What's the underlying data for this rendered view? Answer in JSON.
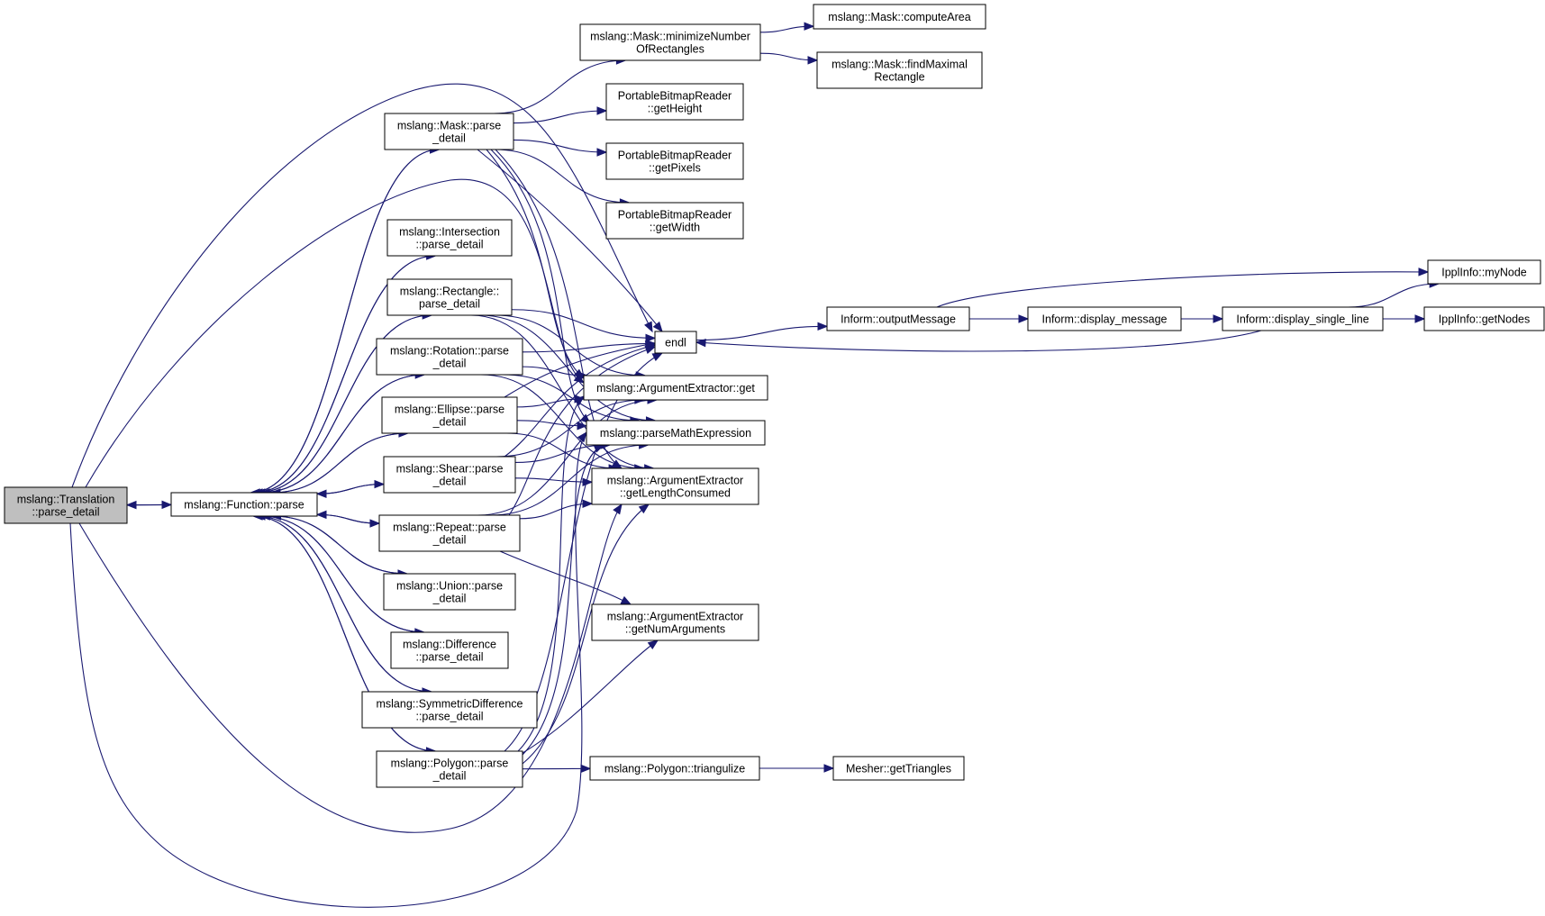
{
  "colors": {
    "edge": "#191970",
    "node_fill": "#ffffff",
    "root_fill": "#bfbfbf",
    "border": "#000000"
  },
  "nodes": [
    {
      "id": "translation",
      "lines": [
        "mslang::Translation",
        "::parse_detail"
      ],
      "root": true
    },
    {
      "id": "function_parse",
      "lines": [
        "mslang::Function::parse"
      ]
    },
    {
      "id": "mask_parse",
      "lines": [
        "mslang::Mask::parse",
        "_detail"
      ]
    },
    {
      "id": "intersection_parse",
      "lines": [
        "mslang::Intersection",
        "::parse_detail"
      ]
    },
    {
      "id": "rectangle_parse",
      "lines": [
        "mslang::Rectangle::",
        "parse_detail"
      ]
    },
    {
      "id": "rotation_parse",
      "lines": [
        "mslang::Rotation::parse",
        "_detail"
      ]
    },
    {
      "id": "ellipse_parse",
      "lines": [
        "mslang::Ellipse::parse",
        "_detail"
      ]
    },
    {
      "id": "shear_parse",
      "lines": [
        "mslang::Shear::parse",
        "_detail"
      ]
    },
    {
      "id": "repeat_parse",
      "lines": [
        "mslang::Repeat::parse",
        "_detail"
      ]
    },
    {
      "id": "union_parse",
      "lines": [
        "mslang::Union::parse",
        "_detail"
      ]
    },
    {
      "id": "difference_parse",
      "lines": [
        "mslang::Difference",
        "::parse_detail"
      ]
    },
    {
      "id": "symdiff_parse",
      "lines": [
        "mslang::SymmetricDifference",
        "::parse_detail"
      ]
    },
    {
      "id": "polygon_parse",
      "lines": [
        "mslang::Polygon::parse",
        "_detail"
      ]
    },
    {
      "id": "mask_minimize",
      "lines": [
        "mslang::Mask::minimizeNumber",
        "OfRectangles"
      ]
    },
    {
      "id": "pbr_getheight",
      "lines": [
        "PortableBitmapReader",
        "::getHeight"
      ]
    },
    {
      "id": "pbr_getpixels",
      "lines": [
        "PortableBitmapReader",
        "::getPixels"
      ]
    },
    {
      "id": "pbr_getwidth",
      "lines": [
        "PortableBitmapReader",
        "::getWidth"
      ]
    },
    {
      "id": "endl",
      "lines": [
        "endl"
      ]
    },
    {
      "id": "argext_get",
      "lines": [
        "mslang::ArgumentExtractor::get"
      ]
    },
    {
      "id": "parse_math",
      "lines": [
        "mslang::parseMathExpression"
      ]
    },
    {
      "id": "argext_length",
      "lines": [
        "mslang::ArgumentExtractor",
        "::getLengthConsumed"
      ]
    },
    {
      "id": "argext_numargs",
      "lines": [
        "mslang::ArgumentExtractor",
        "::getNumArguments"
      ]
    },
    {
      "id": "polygon_triangulize",
      "lines": [
        "mslang::Polygon::triangulize"
      ]
    },
    {
      "id": "mesher_gettriangles",
      "lines": [
        "Mesher::getTriangles"
      ]
    },
    {
      "id": "mask_computearea",
      "lines": [
        "mslang::Mask::computeArea"
      ]
    },
    {
      "id": "mask_findmaximal",
      "lines": [
        "mslang::Mask::findMaximal",
        "Rectangle"
      ]
    },
    {
      "id": "inform_outputmessage",
      "lines": [
        "Inform::outputMessage"
      ]
    },
    {
      "id": "inform_displaymessage",
      "lines": [
        "Inform::display_message"
      ]
    },
    {
      "id": "inform_displaysingleline",
      "lines": [
        "Inform::display_single_line"
      ]
    },
    {
      "id": "ipplinfo_mynode",
      "lines": [
        "IpplInfo::myNode"
      ]
    },
    {
      "id": "ipplinfo_getnodes",
      "lines": [
        "IpplInfo::getNodes"
      ]
    }
  ],
  "edges": [
    [
      "translation",
      "function_parse"
    ],
    [
      "translation",
      "endl"
    ],
    [
      "translation",
      "argext_get"
    ],
    [
      "translation",
      "parse_math"
    ],
    [
      "translation",
      "argext_length"
    ],
    [
      "function_parse",
      "translation"
    ],
    [
      "function_parse",
      "mask_parse"
    ],
    [
      "function_parse",
      "intersection_parse"
    ],
    [
      "function_parse",
      "rectangle_parse"
    ],
    [
      "function_parse",
      "rotation_parse"
    ],
    [
      "function_parse",
      "ellipse_parse"
    ],
    [
      "function_parse",
      "shear_parse"
    ],
    [
      "function_parse",
      "repeat_parse"
    ],
    [
      "function_parse",
      "union_parse"
    ],
    [
      "function_parse",
      "difference_parse"
    ],
    [
      "function_parse",
      "symdiff_parse"
    ],
    [
      "function_parse",
      "polygon_parse"
    ],
    [
      "mask_parse",
      "function_parse"
    ],
    [
      "mask_parse",
      "mask_minimize"
    ],
    [
      "mask_parse",
      "pbr_getheight"
    ],
    [
      "mask_parse",
      "pbr_getpixels"
    ],
    [
      "mask_parse",
      "pbr_getwidth"
    ],
    [
      "mask_parse",
      "endl"
    ],
    [
      "mask_parse",
      "argext_get"
    ],
    [
      "mask_parse",
      "parse_math"
    ],
    [
      "mask_parse",
      "argext_length"
    ],
    [
      "intersection_parse",
      "function_parse"
    ],
    [
      "rectangle_parse",
      "function_parse"
    ],
    [
      "rectangle_parse",
      "endl"
    ],
    [
      "rectangle_parse",
      "argext_get"
    ],
    [
      "rectangle_parse",
      "parse_math"
    ],
    [
      "rectangle_parse",
      "argext_length"
    ],
    [
      "rotation_parse",
      "function_parse"
    ],
    [
      "rotation_parse",
      "endl"
    ],
    [
      "rotation_parse",
      "argext_get"
    ],
    [
      "rotation_parse",
      "parse_math"
    ],
    [
      "rotation_parse",
      "argext_length"
    ],
    [
      "ellipse_parse",
      "function_parse"
    ],
    [
      "ellipse_parse",
      "endl"
    ],
    [
      "ellipse_parse",
      "argext_get"
    ],
    [
      "ellipse_parse",
      "parse_math"
    ],
    [
      "ellipse_parse",
      "argext_length"
    ],
    [
      "shear_parse",
      "function_parse"
    ],
    [
      "shear_parse",
      "endl"
    ],
    [
      "shear_parse",
      "argext_get"
    ],
    [
      "shear_parse",
      "parse_math"
    ],
    [
      "shear_parse",
      "argext_length"
    ],
    [
      "repeat_parse",
      "function_parse"
    ],
    [
      "repeat_parse",
      "endl"
    ],
    [
      "repeat_parse",
      "argext_get"
    ],
    [
      "repeat_parse",
      "parse_math"
    ],
    [
      "repeat_parse",
      "argext_length"
    ],
    [
      "repeat_parse",
      "argext_numargs"
    ],
    [
      "union_parse",
      "function_parse"
    ],
    [
      "difference_parse",
      "function_parse"
    ],
    [
      "symdiff_parse",
      "function_parse"
    ],
    [
      "polygon_parse",
      "function_parse"
    ],
    [
      "polygon_parse",
      "endl"
    ],
    [
      "polygon_parse",
      "argext_get"
    ],
    [
      "polygon_parse",
      "parse_math"
    ],
    [
      "polygon_parse",
      "argext_length"
    ],
    [
      "polygon_parse",
      "argext_numargs"
    ],
    [
      "polygon_parse",
      "polygon_triangulize"
    ],
    [
      "polygon_triangulize",
      "mesher_gettriangles"
    ],
    [
      "mask_minimize",
      "mask_computearea"
    ],
    [
      "mask_minimize",
      "mask_findmaximal"
    ],
    [
      "endl",
      "inform_outputmessage"
    ],
    [
      "inform_outputmessage",
      "inform_displaymessage"
    ],
    [
      "inform_outputmessage",
      "ipplinfo_mynode"
    ],
    [
      "inform_displaymessage",
      "inform_displaysingleline"
    ],
    [
      "inform_displaysingleline",
      "ipplinfo_mynode"
    ],
    [
      "inform_displaysingleline",
      "ipplinfo_getnodes"
    ],
    [
      "inform_displaysingleline",
      "endl"
    ]
  ]
}
